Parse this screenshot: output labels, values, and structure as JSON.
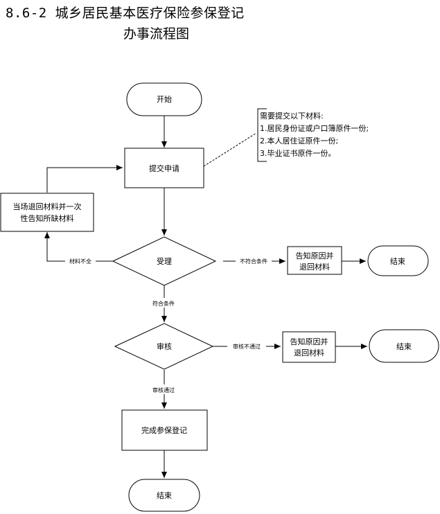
{
  "title": {
    "line1": "8.6-2 城乡居民基本医疗保险参保登记",
    "line2": "办事流程图"
  },
  "nodes": {
    "start": "开始",
    "submit": "提交申请",
    "return_line1": "当场退回材料并一次",
    "return_line2": "性告知所缺材料",
    "accept": "受理",
    "reason1_line1": "告知原因并",
    "reason1_line2": "退回材料",
    "end1": "结束",
    "review": "审核",
    "reason2_line1": "告知原因并",
    "reason2_line2": "退回材料",
    "end2": "结束",
    "complete": "完成参保登记",
    "end3": "结束"
  },
  "edges": {
    "incomplete": "材料不全",
    "not_qualified": "不符合条件",
    "qualified": "符合条件",
    "review_failed": "审核不通过",
    "review_passed": "审核通过"
  },
  "note": {
    "line1": "需要提交以下材料:",
    "line2": "1.居民身份证或户口簿原件一份;",
    "line3": "2.本人居住证原件一份;",
    "line4": "3.毕业证书原件一份。"
  }
}
